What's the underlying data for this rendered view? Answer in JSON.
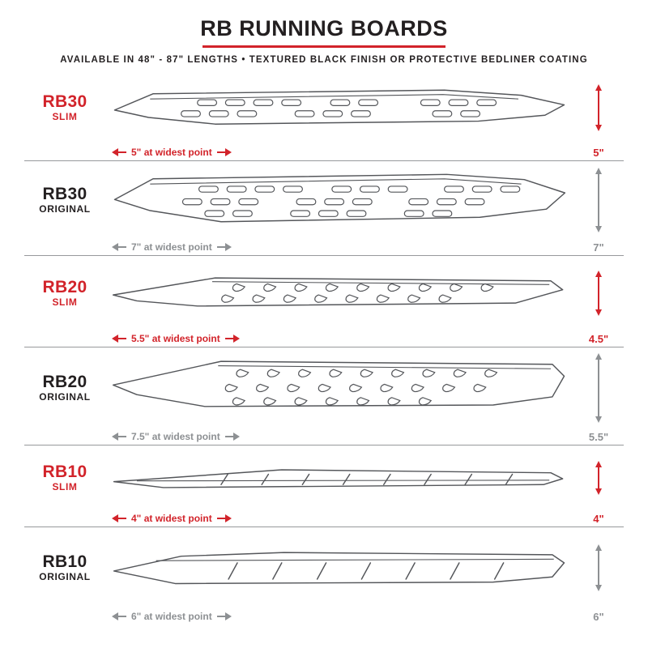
{
  "header": {
    "title": "RB RUNNING BOARDS",
    "subtitle": "AVAILABLE IN 48\" - 87\" LENGTHS  •  TEXTURED BLACK FINISH OR PROTECTIVE BEDLINER COATING"
  },
  "colors": {
    "accent_red": "#d2232a",
    "text_dark": "#231f20",
    "annotation_gray": "#8d9093",
    "divider_gray": "#97999c",
    "drawing_stroke": "#54565a"
  },
  "rows": [
    {
      "model": "RB30",
      "variant": "SLIM",
      "width_note": "5\" at widest point",
      "height_note": "5\""
    },
    {
      "model": "RB30",
      "variant": "ORIGINAL",
      "width_note": "7\" at widest point",
      "height_note": "7\""
    },
    {
      "model": "RB20",
      "variant": "SLIM",
      "width_note": "5.5\" at widest point",
      "height_note": "4.5\""
    },
    {
      "model": "RB20",
      "variant": "ORIGINAL",
      "width_note": "7.5\" at widest point",
      "height_note": "5.5\""
    },
    {
      "model": "RB10",
      "variant": "SLIM",
      "width_note": "4\" at widest point",
      "height_note": "4\""
    },
    {
      "model": "RB10",
      "variant": "ORIGINAL",
      "width_note": "6\" at widest point",
      "height_note": "6\""
    }
  ]
}
